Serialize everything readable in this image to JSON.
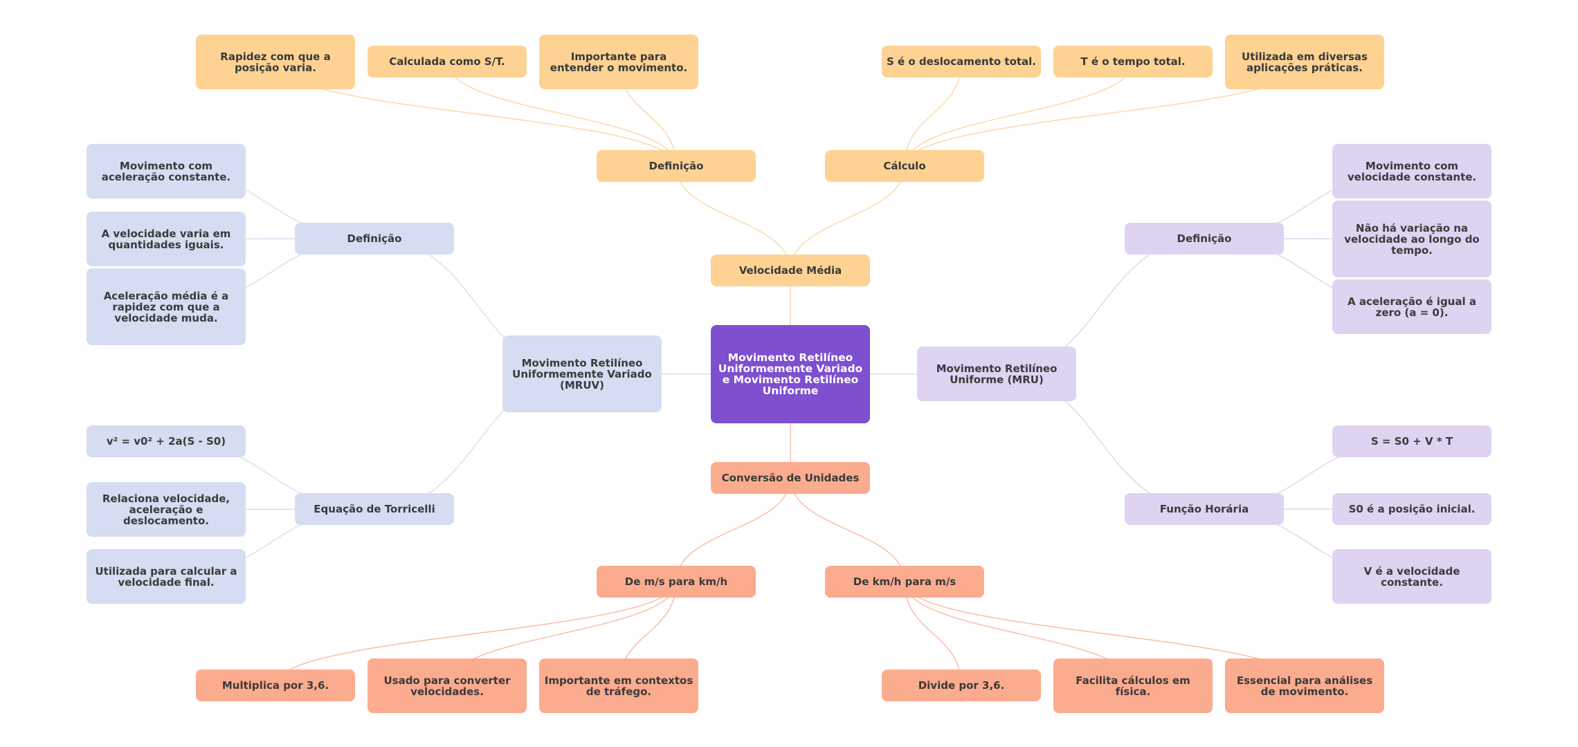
{
  "colors": {
    "root": "#7e4fcf",
    "orange": "#fdd293",
    "blue": "#d6ddf2",
    "purple": "#ded3f1",
    "salmon": "#fbab8e",
    "edge_orange": "#fcd6a6",
    "edge_blue": "#d9def0",
    "edge_purple": "#ddd5ee",
    "edge_salmon": "#f9b9a0"
  },
  "mindmap": {
    "root": "Movimento Retilíneo Uniformemente Variado e Movimento Retilíneo Uniforme",
    "velocidade_media": {
      "label": "Velocidade Média",
      "definicao": {
        "label": "Definição",
        "items": [
          "Rapidez com que a posição varia.",
          "Calculada como S/T.",
          "Importante para entender o movimento."
        ]
      },
      "calculo": {
        "label": "Cálculo",
        "items": [
          "S é o deslocamento total.",
          "T é o tempo total.",
          "Utilizada em diversas aplicações práticas."
        ]
      }
    },
    "mruv": {
      "label": "Movimento Retilíneo Uniformemente Variado (MRUV)",
      "definicao": {
        "label": "Definição",
        "items": [
          "Movimento com aceleração constante.",
          "A velocidade varia em quantidades iguais.",
          "Aceleração média é a rapidez com que a velocidade muda."
        ]
      },
      "torricelli": {
        "label": "Equação de Torricelli",
        "items": [
          "v² = v0² + 2a(S - S0)",
          "Relaciona velocidade, aceleração e deslocamento.",
          "Utilizada para calcular a velocidade final."
        ]
      }
    },
    "mru": {
      "label": "Movimento Retilíneo Uniforme (MRU)",
      "definicao": {
        "label": "Definição",
        "items": [
          "Movimento com velocidade constante.",
          "Não há variação na velocidade ao longo do tempo.",
          "A aceleração é igual a zero (a = 0)."
        ]
      },
      "funcao_horaria": {
        "label": "Função Horária",
        "items": [
          "S = S0 + V * T",
          "S0 é a posição inicial.",
          "V é a velocidade constante."
        ]
      }
    },
    "conversao": {
      "label": "Conversão de Unidades",
      "ms_kmh": {
        "label": "De m/s para km/h",
        "items": [
          "Multiplica por 3,6.",
          "Usado para converter velocidades.",
          "Importante em contextos de tráfego."
        ]
      },
      "kmh_ms": {
        "label": "De km/h para m/s",
        "items": [
          "Divide por 3,6.",
          "Facilita cálculos em física.",
          "Essencial para análises de movimento."
        ]
      }
    }
  }
}
